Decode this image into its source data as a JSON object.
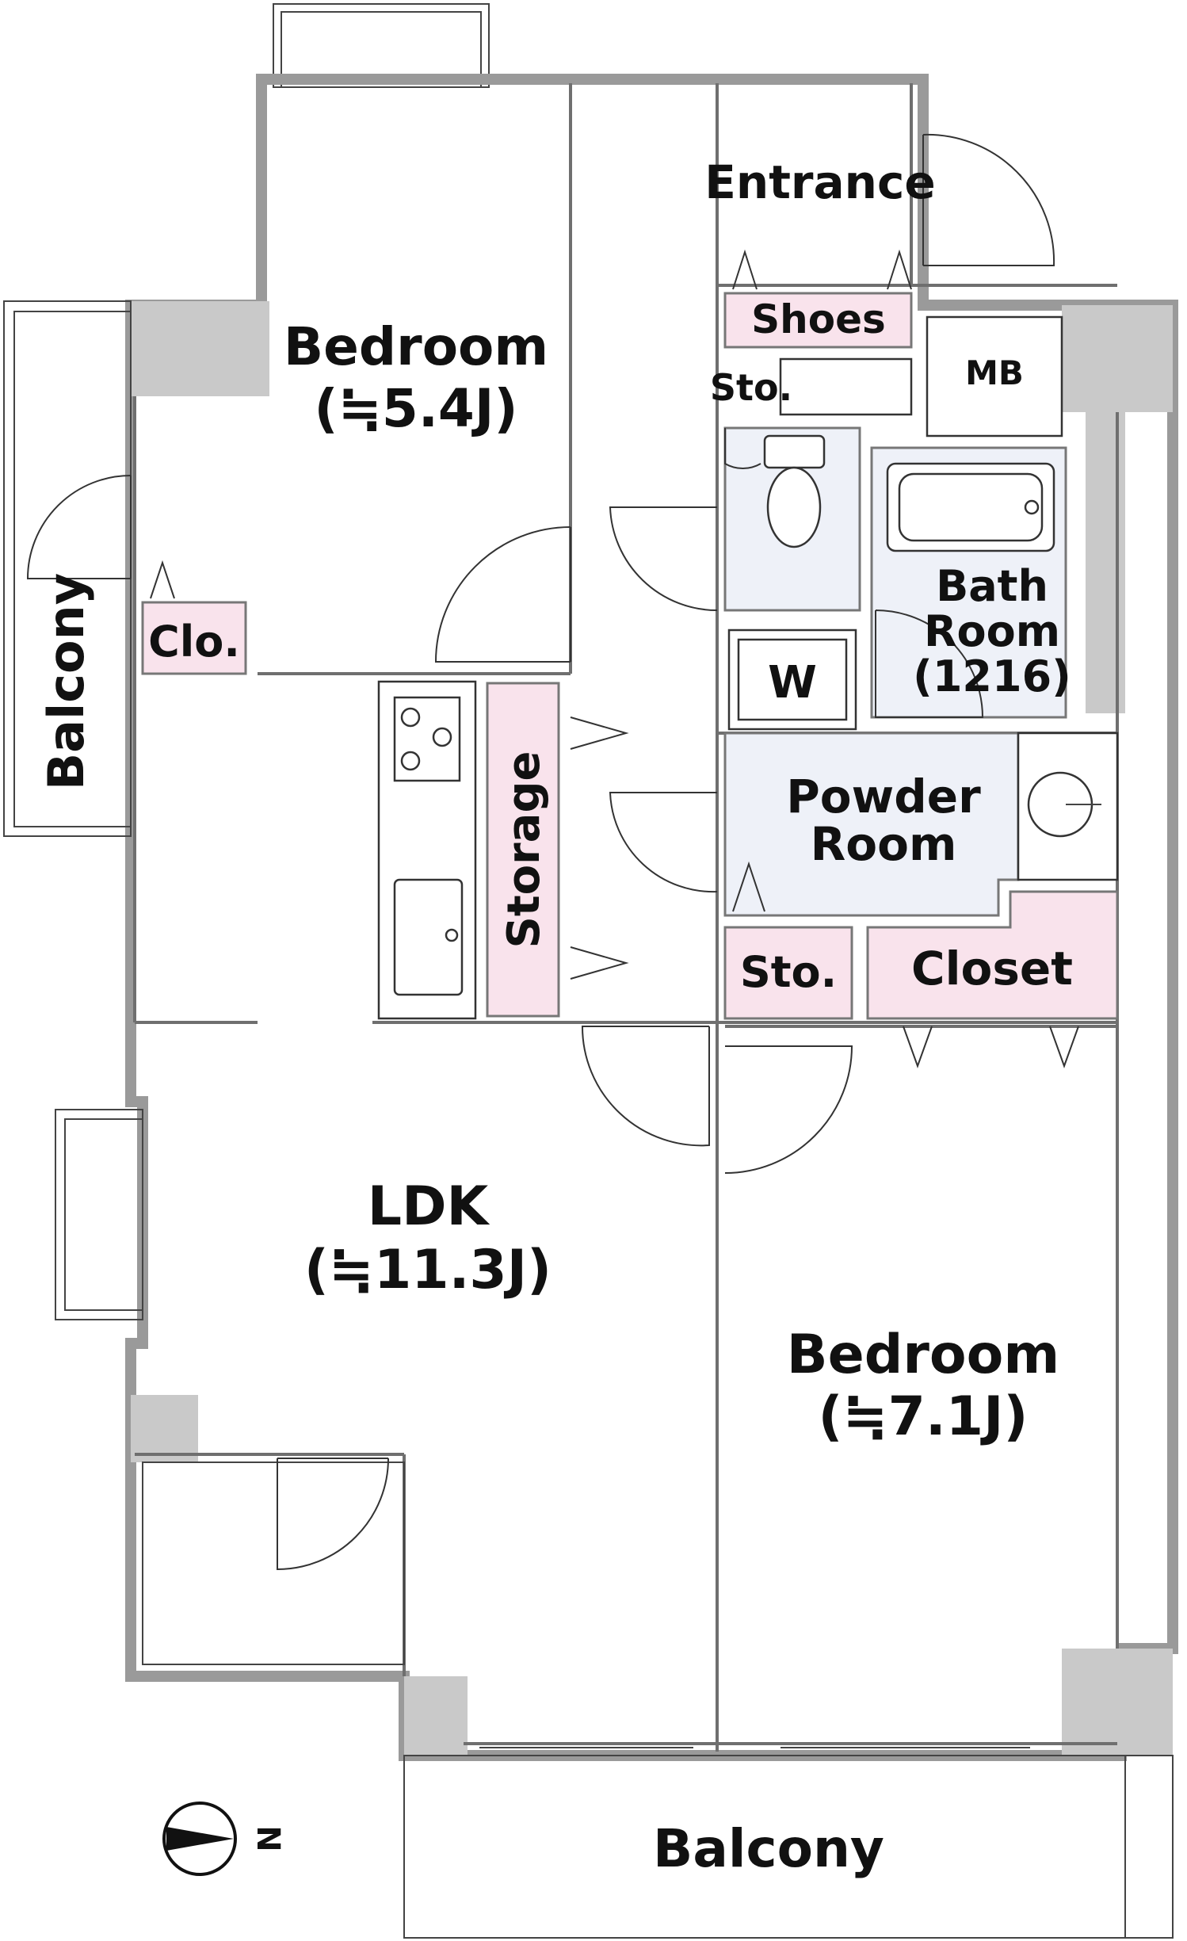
{
  "rooms": {
    "entrance": "Entrance",
    "shoes": "Shoes",
    "sto_top": "Sto.",
    "mb": "MB",
    "bedroom_top": "Bedroom",
    "bedroom_top_size": "(≒5.4J)",
    "bath_line1": "Bath",
    "bath_line2": "Room",
    "bath_size": "(1216)",
    "clo": "Clo.",
    "balcony_left": "Balcony",
    "w": "W",
    "storage": "Storage",
    "powder_line1": "Powder",
    "powder_line2": "Room",
    "sto_mid": "Sto.",
    "closet": "Closet",
    "ldk": "LDK",
    "ldk_size": "(≒11.3J)",
    "bedroom_bottom": "Bedroom",
    "bedroom_bottom_size": "(≒7.1J)",
    "balcony_bottom": "Balcony"
  },
  "compass": {
    "north_label": "N"
  },
  "colors": {
    "wall": "#9a9a9a",
    "wall_block": "#c9c9c9",
    "storage_fill": "#f9e3ec",
    "wet_area_fill": "#eef1f8"
  }
}
